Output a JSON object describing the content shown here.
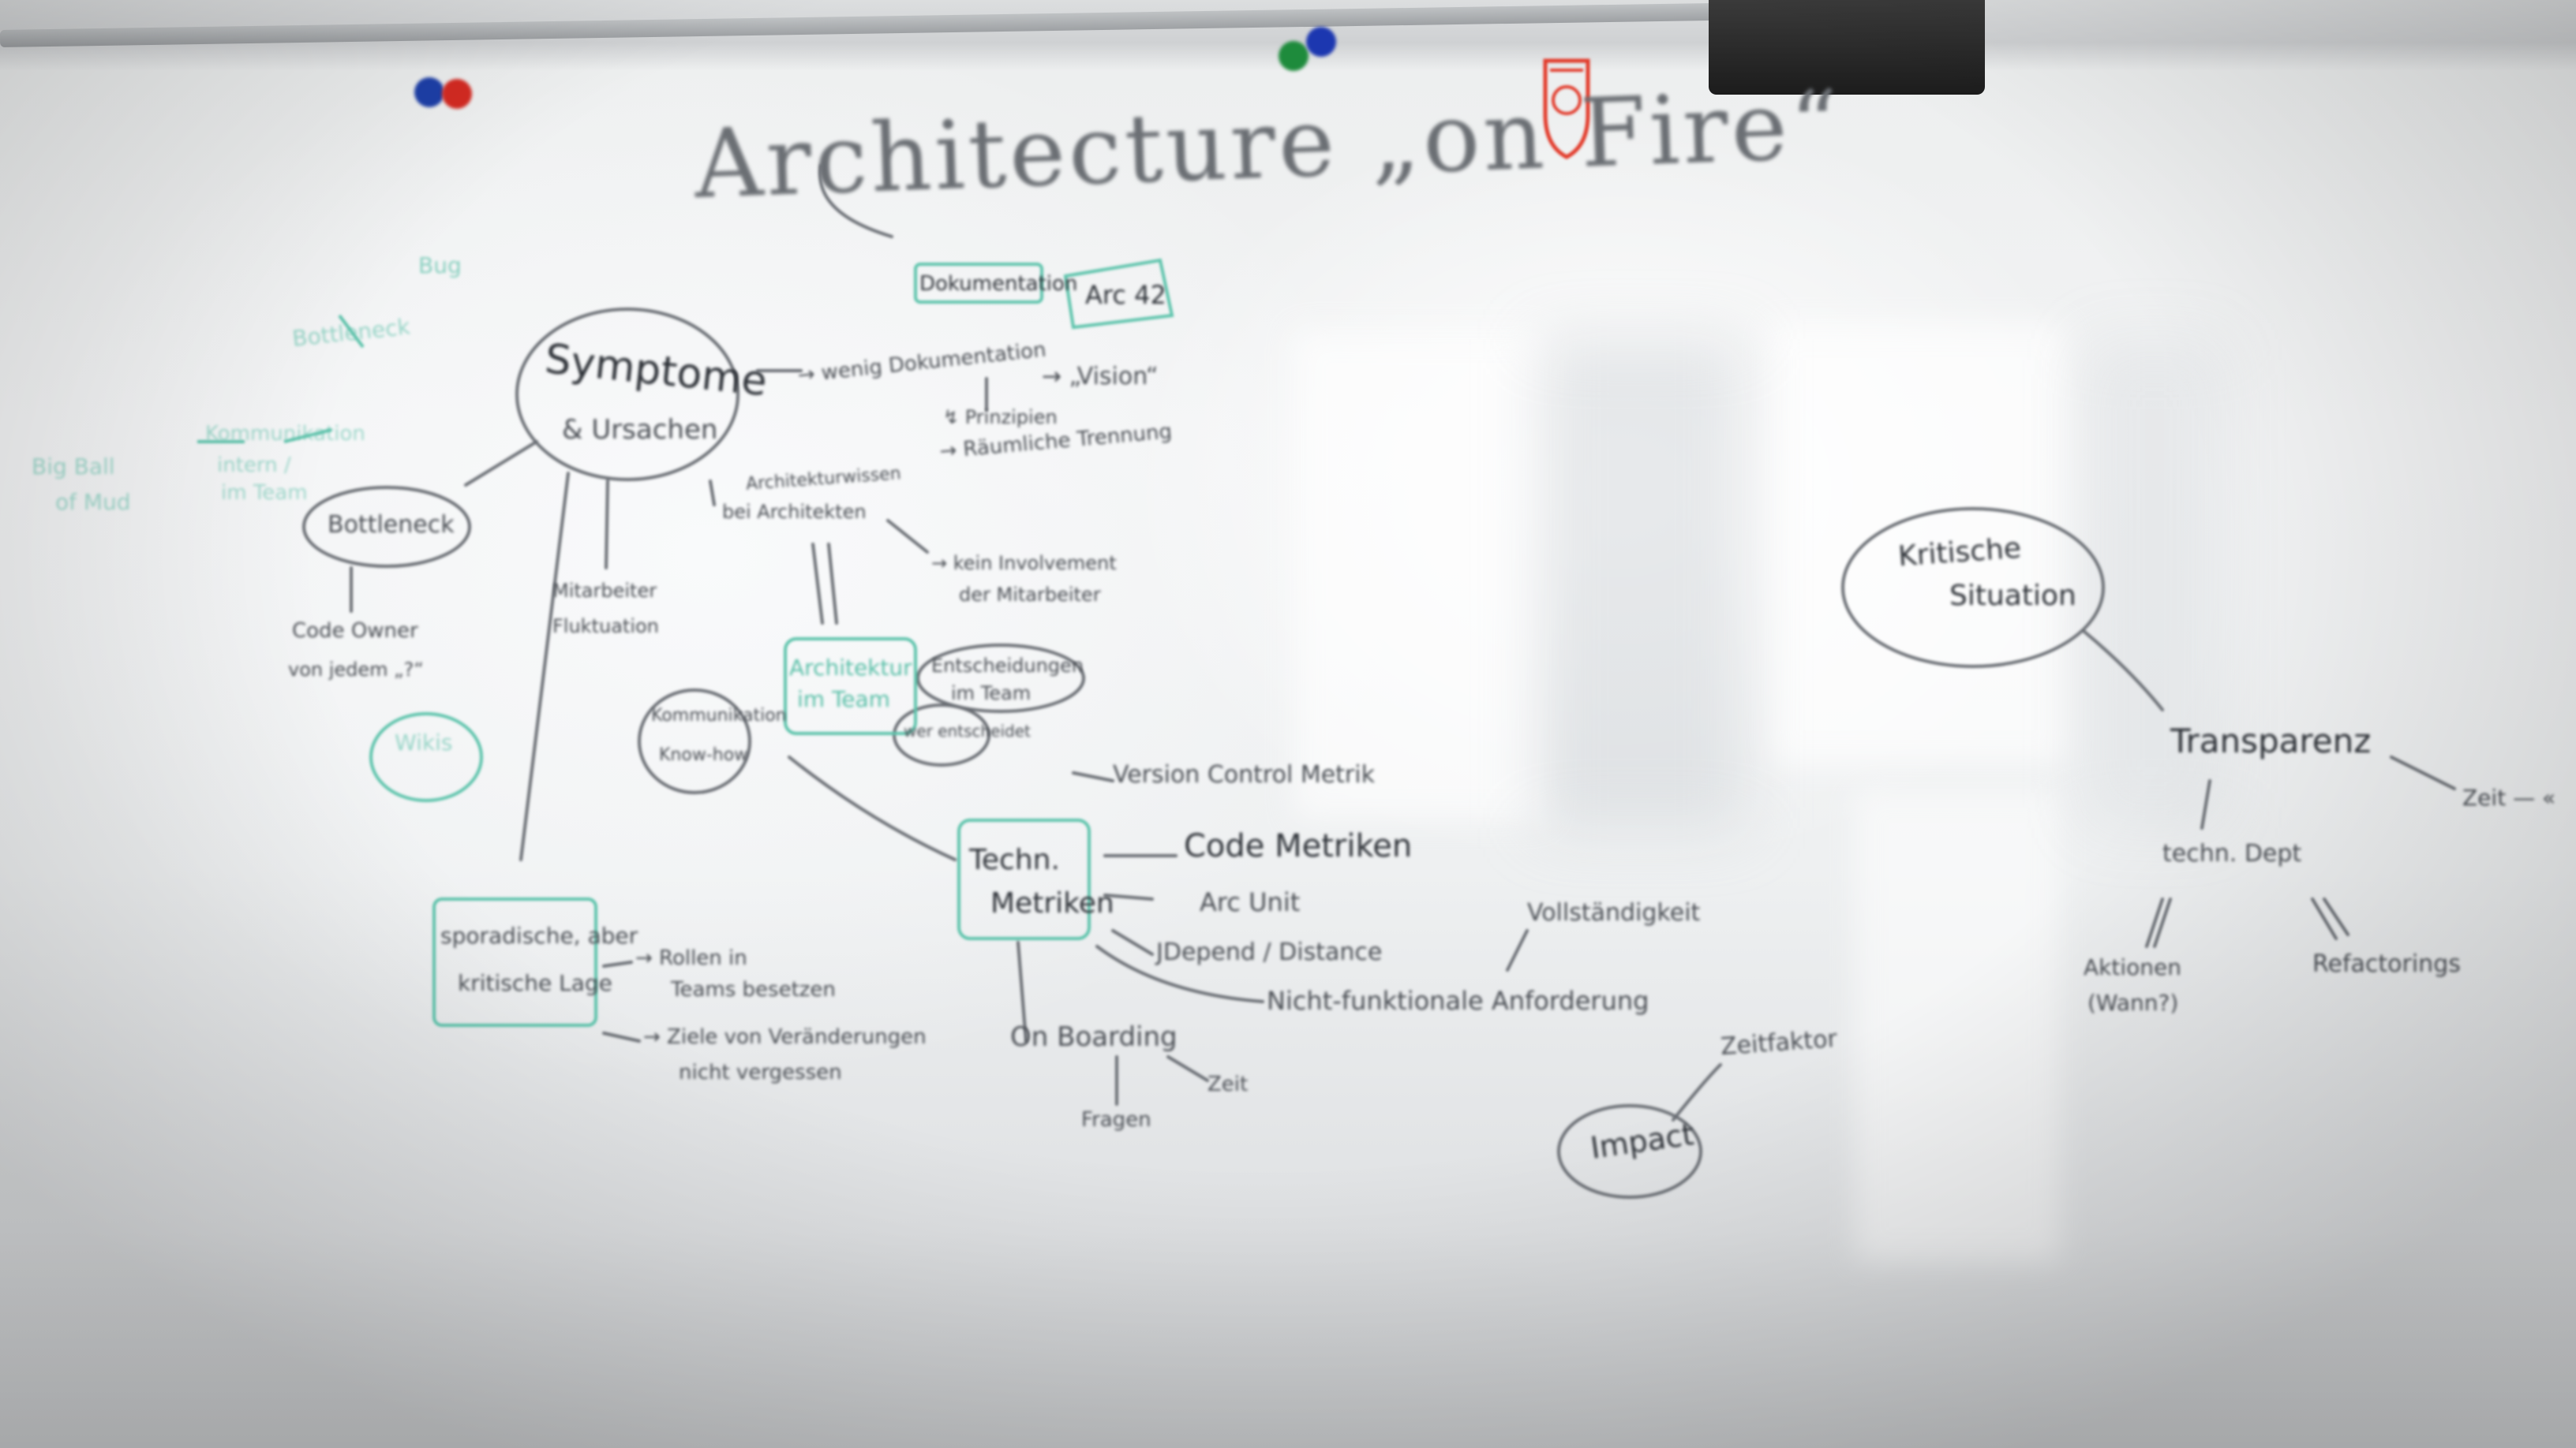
{
  "board": {
    "title": "Architecture „on Fire“",
    "colors": {
      "marker_black": "#4a4e54",
      "marker_green": "#58bfa7",
      "logo_red": "#e23a2a"
    }
  },
  "nodes": {
    "symptome": "Symptome",
    "symptome_sub": "& Ursachen",
    "bottleneck": "Bottleneck",
    "kritische": "Kritische",
    "situation": "Situation",
    "transparenz": "Transparenz",
    "techn": "Techn.",
    "metriken": "Metriken",
    "impact": "Impact",
    "architektur_team": "Architektur",
    "im_team": "im Team",
    "sporadische": "sporadische, aber",
    "kritische_lage": "kritische Lage",
    "dokumentation": "Dokumentation",
    "arc42": "Arc 42"
  },
  "annotations": {
    "wenig_doku": "→ wenig Dokumentation",
    "vision": "→ „Vision“",
    "prinzipien": "↯ Prinzipien",
    "raeumliche": "→ Räumliche Trennung",
    "architektur_wissen": "Architekturwissen",
    "architekten": "bei Architekten",
    "kein_involvement": "→ kein Involvement",
    "der_mitarbeiter": "der Mitarbeiter",
    "code_owner": "Code Owner",
    "von_jedem": "von jedem „?“",
    "mitarbeiter": "Mitarbeiter",
    "fluktuation": "Fluktuation",
    "kommunikation": "Kommunikation",
    "knowhow": "Know-how",
    "entscheidungen": "Entscheidungen",
    "im_team": "im Team",
    "wer_entscheidet": "wer entscheidet",
    "version_control": "Version Control Metrik",
    "code_metriken": "Code Metriken",
    "arc_unit": "Arc Unit",
    "jdepend": "JDepend / Distance",
    "vollstaendig": "Vollständigkeit",
    "nicht_funktional": "Nicht-funktionale Anforderung",
    "onboarding": "On Boarding",
    "zeit": "Zeit",
    "fragen": "Fragen",
    "rollen": "→ Rollen in",
    "teams_besetzen": "Teams besetzen",
    "ziele": "→ Ziele von Veränderungen",
    "nicht_vergessen": "nicht vergessen",
    "zeitfaktor": "Zeitfaktor",
    "techn_dept": "techn. Dept",
    "aktionen": "Aktionen",
    "wann": "(Wann?)",
    "refactorings": "Refactorings",
    "zeit_edge": "Zeit — «"
  },
  "green_notes": {
    "bug": "Bug",
    "bottleneck_arch": "Bottleneck",
    "big_ball": "Big Ball",
    "of_mud": "of Mud",
    "kommunikation": "Kommunikation",
    "extern": "intern /",
    "im_team": "im Team",
    "wikis": "Wikis"
  }
}
